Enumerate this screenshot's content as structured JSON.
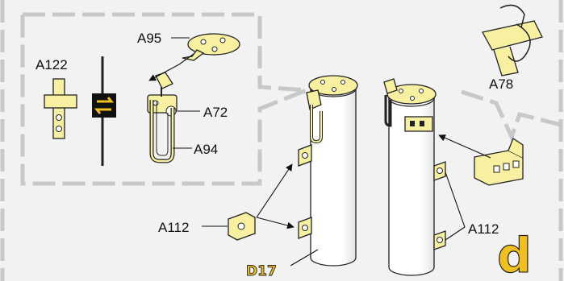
{
  "labels": {
    "a95": "A95",
    "a122": "A122",
    "a72": "A72",
    "a94": "A94",
    "a112_left": "A112",
    "a112_right": "A112",
    "a78": "A78",
    "d17": "D17",
    "step": "d"
  },
  "colors": {
    "part_fill": "#f6f0a0",
    "highlight": "#f0c020",
    "outline": "#222222",
    "background": "#f2f2f2",
    "callout_dash": "#c8c8c8"
  },
  "icons": [
    "swap-icon"
  ]
}
